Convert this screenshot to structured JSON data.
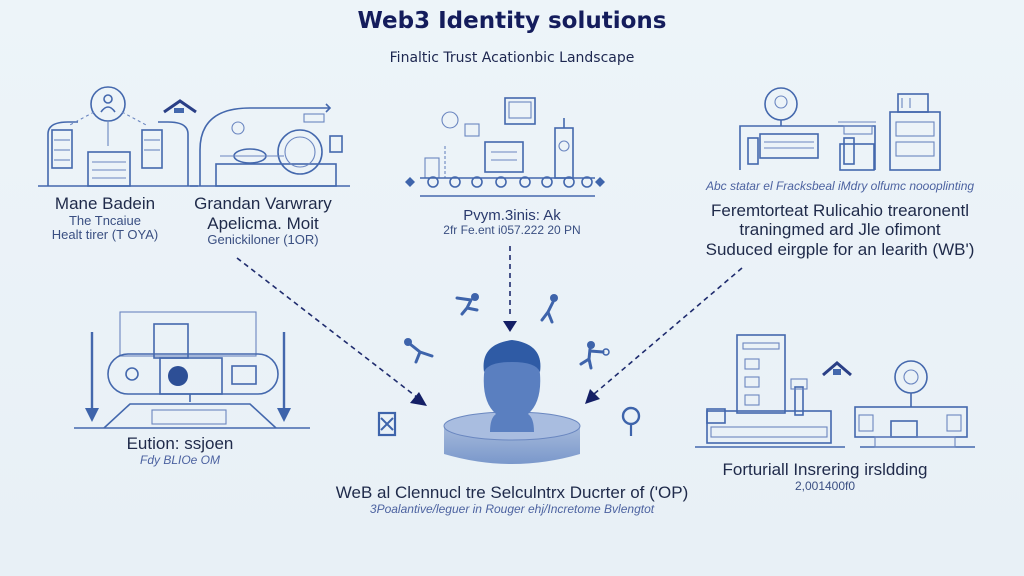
{
  "header": {
    "title": "Web3 Identity solutions",
    "subtitle": "Finaltic Trust  Acationbic Landscape"
  },
  "panels": {
    "top_left_a": {
      "heading": "Mane Badein",
      "line2": "The Tncaiue",
      "line3": "Healt tirer (T OYA)"
    },
    "top_left_b": {
      "heading": "Grandan Varwrary",
      "line2": "Apelicma. Moit",
      "line3": "Genickiloner (1OR)"
    },
    "top_center": {
      "heading": "Pvym.3inis: Ak",
      "line2": "2fr Fe.ent i057.222 20 PN"
    },
    "top_right": {
      "tagline": "Abc statar el Fracksbeal iMdry olfumc noooplinting",
      "line1": "Feremtorteat Rulicahio trearonentl",
      "line2": "traningmed ard Jle ofimont",
      "line3": "Suduced eirgple for an learith (WB')"
    },
    "bottom_left": {
      "heading": "Eution: ssjoen",
      "line2": "Fdy BLIOe OM"
    },
    "center": {
      "heading": "WeB al Clennucl tre Selculntrx Ducrter of ('OP)",
      "line2": "3Poalantive/leguer in Rouger ehj/Incretome Bvlengtot"
    },
    "bottom_right": {
      "heading": "Forturiall Insrering irsldding",
      "line2": "2,001400f0"
    }
  },
  "icons": {
    "center": "user-identity-icon",
    "pedestal": "pedestal-icon",
    "figures": [
      "person-running-icon",
      "person-walking-icon",
      "person-falling-icon",
      "person-dancing-icon"
    ],
    "side_left": "document-scroll-icon",
    "side_right": "location-pin-icon"
  },
  "colors": {
    "background": "#eaf1f7",
    "title": "#141c5c",
    "line_art": "#4468ad",
    "arrow": "#1f2c6e",
    "identity_fill": "#3f68ad"
  }
}
